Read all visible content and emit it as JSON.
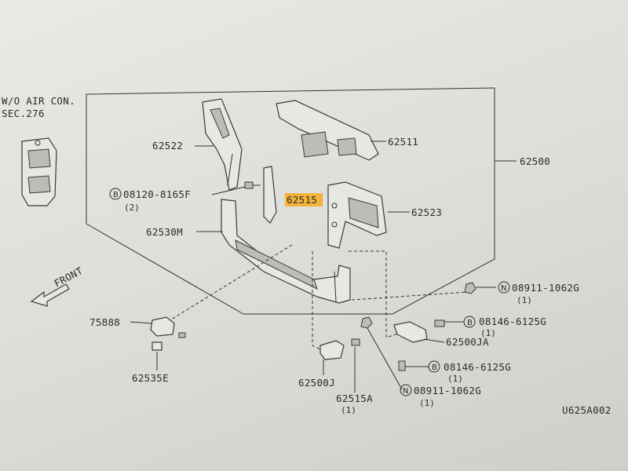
{
  "note": {
    "line1": "W/O AIR CON.",
    "line2": "SEC.276"
  },
  "front_label": "FRONT",
  "figure_code": "U625A002",
  "parts": {
    "p62500": "62500",
    "p62511": "62511",
    "p62522": "62522",
    "p62515": "62515",
    "p62523": "62523",
    "p62530M": "62530M",
    "p75888": "75888",
    "p62535E": "62535E",
    "p62500J": "62500J",
    "p62515A": "62515A",
    "p62515A_qty": "(1)",
    "p62500JA": "62500JA"
  },
  "fasteners": {
    "bolt_08120": {
      "prefix": "B",
      "code": "08120-8165F",
      "qty": "(2)"
    },
    "nut_08911_a": {
      "prefix": "N",
      "code": "08911-1062G",
      "qty": "(1)"
    },
    "bolt_08146_a": {
      "prefix": "B",
      "code": "08146-6125G",
      "qty": "(1)"
    },
    "bolt_08146_b": {
      "prefix": "B",
      "code": "08146-6125G",
      "qty": "(1)"
    },
    "nut_08911_b": {
      "prefix": "N",
      "code": "08911-1062G",
      "qty": "(1)"
    }
  },
  "highlight_color": "#f2b33a"
}
